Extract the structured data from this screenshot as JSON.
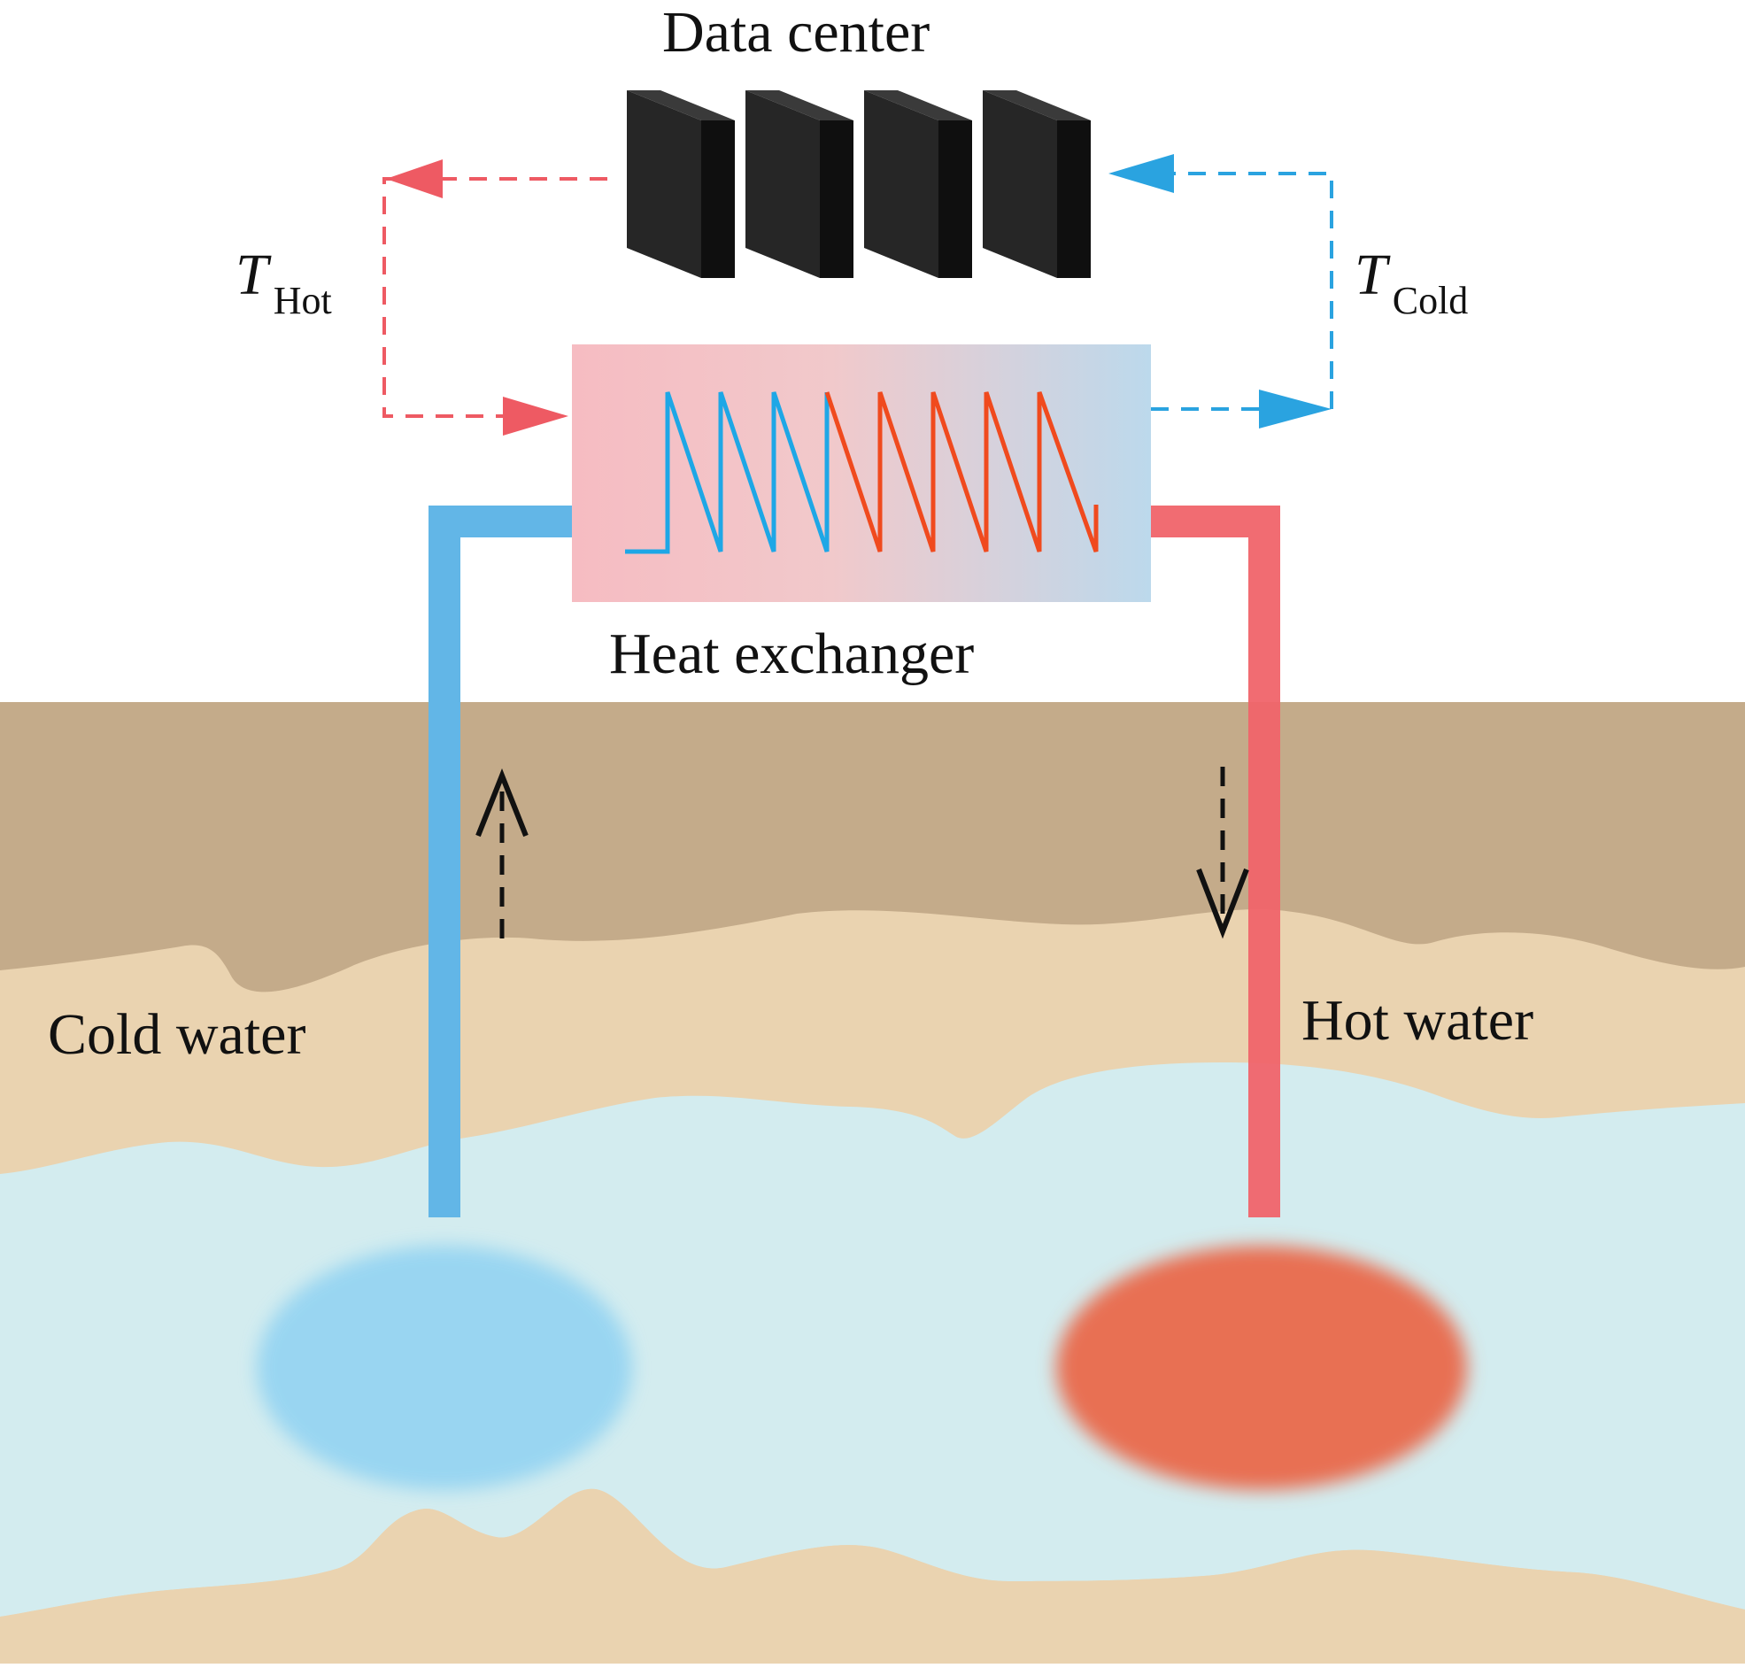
{
  "labels": {
    "data_center": "Data center",
    "heat_exchanger": "Heat exchanger",
    "t_hot_symbol": "T",
    "t_hot_subscript": "Hot",
    "t_cold_symbol": "T",
    "t_cold_subscript": "Cold",
    "cold_water": "Cold water",
    "hot_water": "Hot water"
  },
  "colors": {
    "hot_loop": "#ee5a63",
    "cold_loop": "#2aa3e0",
    "cold_pipe": "#62b6e7",
    "hot_pipe": "#f0646a",
    "coil_cold": "#1ea7e6",
    "coil_hot": "#f04a1e",
    "soil_top": "#c4ab8a",
    "soil_bottom": "#ead3b0",
    "aquifer": "#d3ecef",
    "cold_well": "#8fd2f2",
    "hot_well": "#e86f52",
    "server": "#1a1a1a",
    "flow_arrow": "#111111"
  },
  "icons": [
    "server-rack-icon",
    "heat-exchanger-coil-icon",
    "flow-arrow-icon"
  ]
}
